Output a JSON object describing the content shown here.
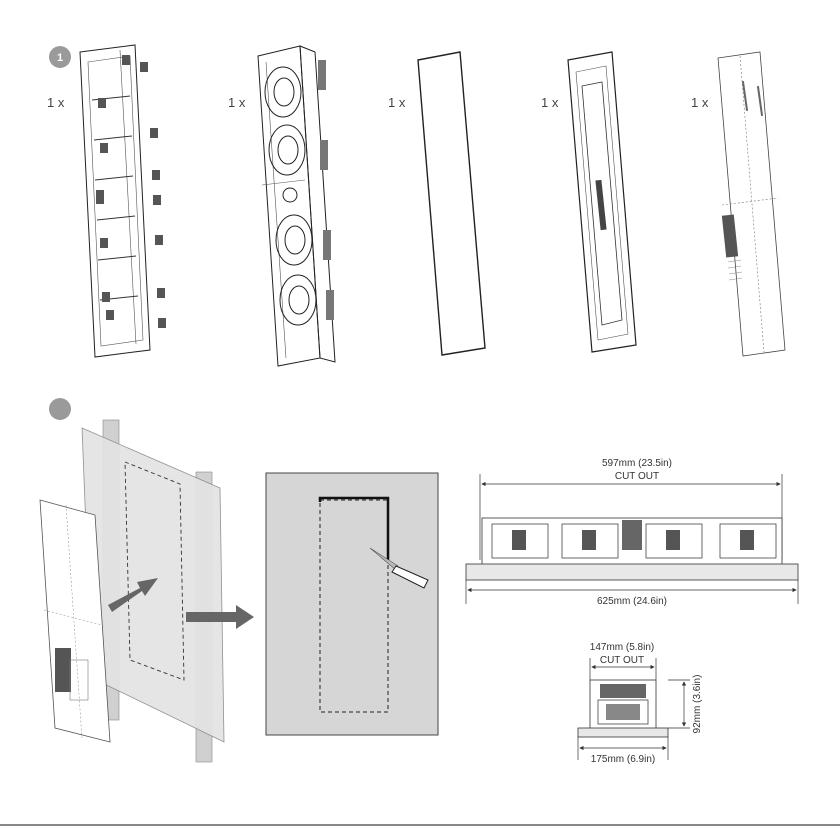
{
  "steps": [
    {
      "number": "1"
    },
    {
      "number": ""
    }
  ],
  "parts": [
    {
      "qty": "1 x"
    },
    {
      "qty": "1 x"
    },
    {
      "qty": "1 x"
    },
    {
      "qty": "1 x"
    },
    {
      "qty": "1 x"
    }
  ],
  "dimensions": {
    "front_cutout_width": "597mm (23.5in)",
    "front_cutout_label": "CUT OUT",
    "front_overall_width": "625mm (24.6in)",
    "side_cutout_width": "147mm (5.8in)",
    "side_cutout_label": "CUT OUT",
    "side_depth": "92mm (3.6in)",
    "side_overall_width": "175mm (6.9in)"
  }
}
